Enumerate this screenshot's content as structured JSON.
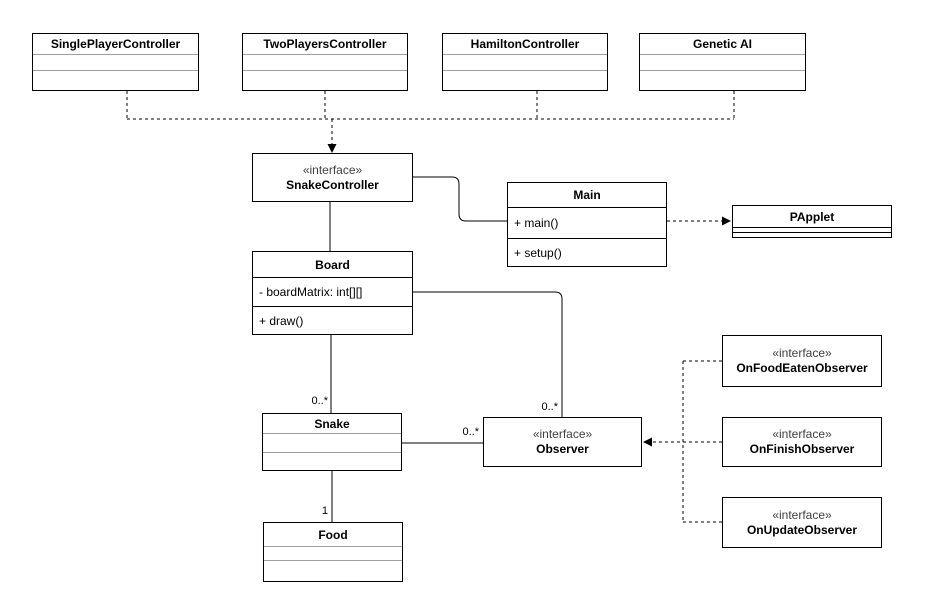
{
  "diagram": {
    "classes": {
      "single_player_controller": {
        "name": "SinglePlayerController"
      },
      "two_players_controller": {
        "name": "TwoPlayersController"
      },
      "hamilton_controller": {
        "name": "HamiltonController"
      },
      "genetic_ai": {
        "name": "Genetic AI"
      },
      "snake_controller": {
        "stereotype": "«interface»",
        "name": "SnakeController"
      },
      "main": {
        "name": "Main",
        "members": {
          "m1": "+ main()",
          "m2": "+ setup()"
        }
      },
      "papplet": {
        "name": "PApplet"
      },
      "board": {
        "name": "Board",
        "members": {
          "m1": "- boardMatrix: int[][]",
          "m2": "+ draw()"
        }
      },
      "snake": {
        "name": "Snake"
      },
      "food": {
        "name": "Food"
      },
      "observer": {
        "stereotype": "«interface»",
        "name": "Observer"
      },
      "on_food_eaten_observer": {
        "stereotype": "«interface»",
        "name": "OnFoodEatenObserver"
      },
      "on_finish_observer": {
        "stereotype": "«interface»",
        "name": "OnFinishObserver"
      },
      "on_update_observer": {
        "stereotype": "«interface»",
        "name": "OnUpdateObserver"
      }
    },
    "labels": {
      "board_snake_multiplicity": "0..*",
      "board_observer_multiplicity": "0..*",
      "snake_observer_multiplicity": "0..*",
      "snake_food_multiplicity": "1"
    },
    "colors": {
      "background": "#ffffff",
      "line": "#000000",
      "empty_compartment_divider": "#9e9e9e"
    }
  }
}
